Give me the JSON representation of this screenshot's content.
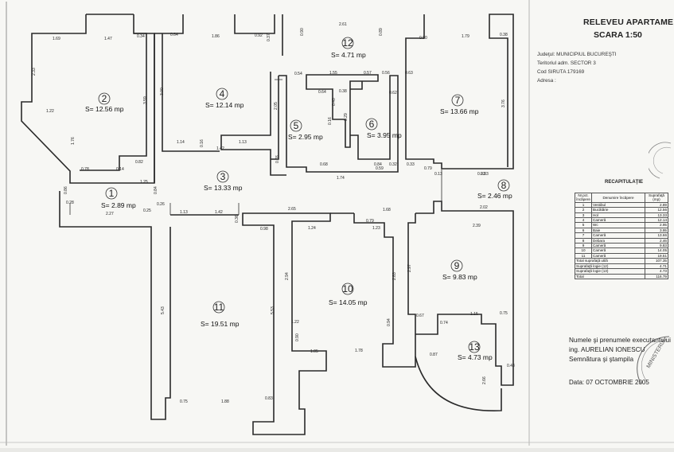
{
  "title": {
    "line1": "RELEVEU APARTAME",
    "line2": "SCARA 1:50"
  },
  "meta": [
    "Judeţul: MUNICIPIUL BUCUREŞTI",
    "Teritoriul adm. SECTOR 3",
    "Cod SIRUTA 179169",
    "Adresa :"
  ],
  "rooms": [
    {
      "num": "1",
      "area": "S= 2.89 mp"
    },
    {
      "num": "2",
      "area": "S= 12.56 mp"
    },
    {
      "num": "3",
      "area": "S= 13.33 mp"
    },
    {
      "num": "4",
      "area": "S= 12.14 mp"
    },
    {
      "num": "5",
      "area": "S= 2.95 mp"
    },
    {
      "num": "6",
      "area": "S= 3.95 mp"
    },
    {
      "num": "7",
      "area": "S= 13.66 mp"
    },
    {
      "num": "8",
      "area": "S= 2.46 mp"
    },
    {
      "num": "9",
      "area": "S= 9.83 mp"
    },
    {
      "num": "10",
      "area": "S= 14.05 mp"
    },
    {
      "num": "11",
      "area": "S= 19.51 mp"
    },
    {
      "num": "12",
      "area": "S= 4.71 mp"
    },
    {
      "num": "13",
      "area": "S= 4.73 mp"
    }
  ],
  "dimensions": [
    "1.69",
    "1.47",
    "0.34",
    "0.64",
    "1.86",
    "0.92",
    "0.37",
    "0.90",
    "2.61",
    "0.89",
    "0.90",
    "1.79",
    "0.38",
    "2.33",
    "1.22",
    "3.59",
    "3.00",
    "2.05",
    "0.54",
    "1.55",
    "0.57",
    "0.56",
    "0.63",
    "0.64",
    "0.38",
    "0.40",
    "0.62",
    "3.76",
    "1.76",
    "0.78",
    "0.14",
    "0.82",
    "1.14",
    "0.16",
    "1.42",
    "1.13",
    "0.68",
    "1.74",
    "0.59",
    "0.84",
    "0.32",
    "0.33",
    "0.79",
    "0.13",
    "0.03",
    "0.76",
    "1.25",
    "0.84",
    "0.86",
    "0.28",
    "2.27",
    "0.25",
    "0.26",
    "1.13",
    "1.42",
    "2.65",
    "1.68",
    "0.79",
    "2.39",
    "0.98",
    "1.24",
    "1.23",
    "2.94",
    "5.53",
    "5.43",
    "2.83",
    "2.97",
    "0.67",
    "0.74",
    "1.15",
    "0.75",
    "1.22",
    "0.90",
    "1.05",
    "1.78",
    "0.94",
    "0.87",
    "0.43",
    "2.66",
    "0.75",
    "1.88",
    "0.83",
    "2.02",
    "2.03",
    "0.29",
    "0.16",
    "0.36"
  ],
  "recap": {
    "title": "RECAPITULAŢIE",
    "headers": [
      "Nr.pct. încăpere",
      "Denumire încăpere",
      "Suprafaţă (mp)"
    ],
    "rows": [
      [
        "1",
        "Vestibul",
        "2.89"
      ],
      [
        "2",
        "Bucătărie",
        "12.56"
      ],
      [
        "3",
        "Hol",
        "13.33"
      ],
      [
        "4",
        "Cameră",
        "12.14"
      ],
      [
        "5",
        "Wc",
        "2.95"
      ],
      [
        "6",
        "Baie",
        "3.95"
      ],
      [
        "7",
        "Cameră",
        "13.66"
      ],
      [
        "8",
        "Debara",
        "2.46"
      ],
      [
        "9",
        "Cameră",
        "9.83"
      ],
      [
        "10",
        "Cameră",
        "14.05"
      ],
      [
        "11",
        "Cameră",
        "19.51"
      ]
    ],
    "totals": [
      [
        "Total suprafaţă utilă",
        "107.35"
      ],
      [
        "Suprafaţă logie (12)",
        "4.71"
      ],
      [
        "Suprafaţă logie (13)",
        "4.73"
      ],
      [
        "Total",
        "116.79"
      ]
    ]
  },
  "signature": {
    "line1": "Numele şi prenumele executantului",
    "line2": "ing. AURELIAN IONESCU",
    "line3": "Semnătura şi ştampila",
    "date": "Data: 07 OCTOMBRIE 2005"
  },
  "stamp_text": "MINISTERUL"
}
